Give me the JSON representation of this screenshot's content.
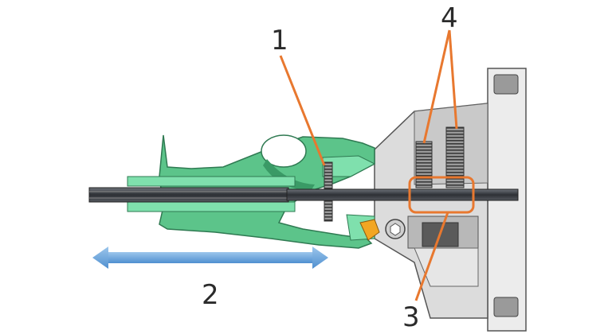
{
  "labels": {
    "one": "1",
    "two": "2",
    "three": "3",
    "four": "4"
  },
  "colors": {
    "leader": "#e8782f",
    "green": "#5cc48a",
    "green_light": "#7fe0ad",
    "green_dark": "#2f7a52",
    "grey_light": "#e4e4e4",
    "grey_mid": "#c8c8c8",
    "grey_dark": "#5a5a5a",
    "rod": "#3c3f44",
    "arrow_blue": "#6fa8dc",
    "orange_part": "#f2a623"
  }
}
